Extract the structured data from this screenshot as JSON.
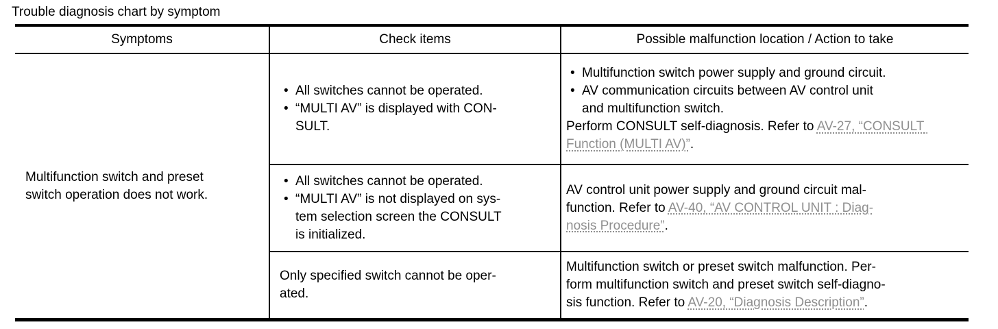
{
  "page_title": "Trouble diagnosis chart by symptom",
  "colors": {
    "text": "#000000",
    "border": "#000000",
    "reference_link": "#8f8f8f",
    "background": "#ffffff"
  },
  "table": {
    "headers": {
      "symptoms": "Symptoms",
      "check_items": "Check items",
      "action": "Possible malfunction location / Action to take"
    },
    "symptom": "Multifunction switch and preset\nswitch operation does not work.",
    "rows": [
      {
        "check_bullets": [
          "All switches cannot be operated.",
          "“MULTI AV” is displayed with CON-\nSULT."
        ],
        "action_bullets": [
          "Multifunction switch power supply and ground circuit.",
          "AV communication circuits between AV control unit\nand multifunction switch."
        ],
        "action_text": "Perform CONSULT self-diagnosis. Refer to ",
        "action_link": "AV-27, “CONSULT Function (MULTI AV)”",
        "action_suffix": "."
      },
      {
        "check_bullets": [
          "All switches cannot be operated.",
          "“MULTI AV” is not displayed on sys-\ntem selection screen the CONSULT\nis initialized."
        ],
        "action_text": "AV control unit power supply and ground circuit mal-\nfunction. Refer to ",
        "action_link": "AV-40, “AV CONTROL UNIT : Diag-\nnosis Procedure”",
        "action_suffix": "."
      },
      {
        "check_text": "Only specified switch cannot be oper-\nated.",
        "action_text": "Multifunction switch or preset switch malfunction. Per-\nform multifunction switch and preset switch self-diagno-\nsis function. Refer to ",
        "action_link": "AV-20, “Diagnosis Description”",
        "action_suffix": "."
      }
    ]
  }
}
